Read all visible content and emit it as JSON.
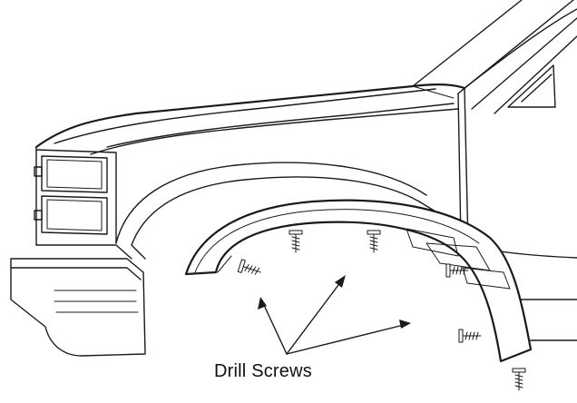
{
  "diagram": {
    "callout_label": "Drill Screws",
    "line_color": "#1a1a1a",
    "background": "#ffffff",
    "components": [
      "hood-outline",
      "headlamp-assembly",
      "front-bumper",
      "front-fender",
      "wheel-flare-molding",
      "windshield-pillar",
      "drill-screw-icon"
    ]
  }
}
